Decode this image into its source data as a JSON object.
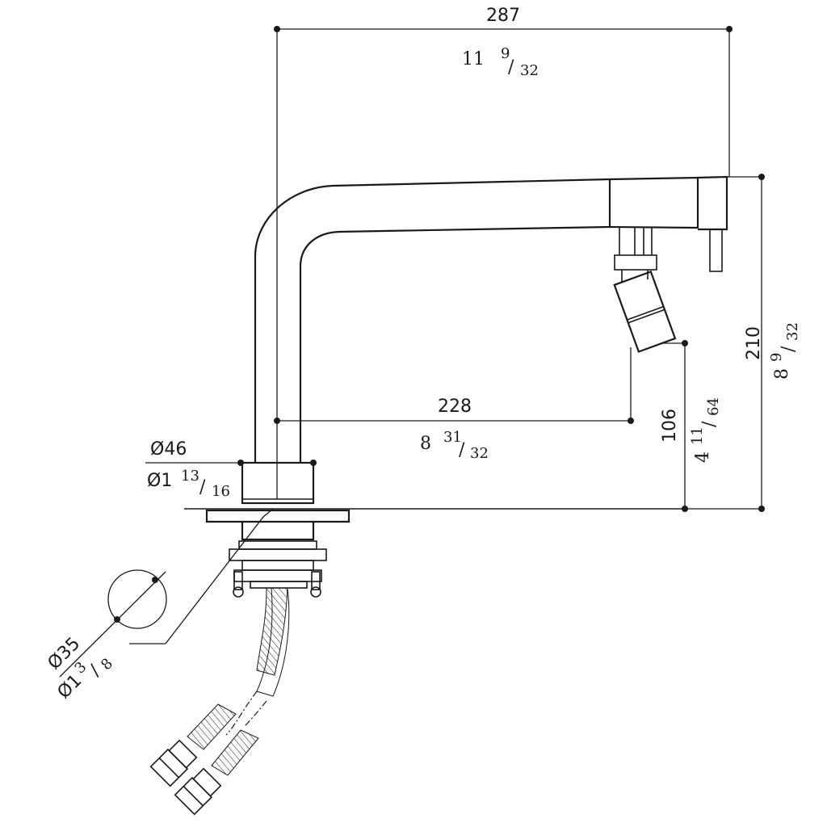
{
  "dimensions": {
    "width_total": {
      "mm": "287",
      "inch_whole": "11",
      "inch_num": "9",
      "inch_den": "32"
    },
    "height_total": {
      "mm": "210",
      "inch_whole": "8",
      "inch_num": "9",
      "inch_den": "32"
    },
    "reach": {
      "mm": "228",
      "inch_whole": "8",
      "inch_num": "31",
      "inch_den": "32"
    },
    "outlet_height": {
      "mm": "106",
      "inch_whole": "4",
      "inch_num": "11",
      "inch_den": "64"
    },
    "base_diameter": {
      "mm": "Ø46",
      "inch_whole": "Ø1",
      "inch_num": "13",
      "inch_den": "16"
    },
    "hole_diameter": {
      "mm": "Ø35",
      "inch_whole": "Ø1",
      "inch_num": "3",
      "inch_den": "8"
    }
  }
}
